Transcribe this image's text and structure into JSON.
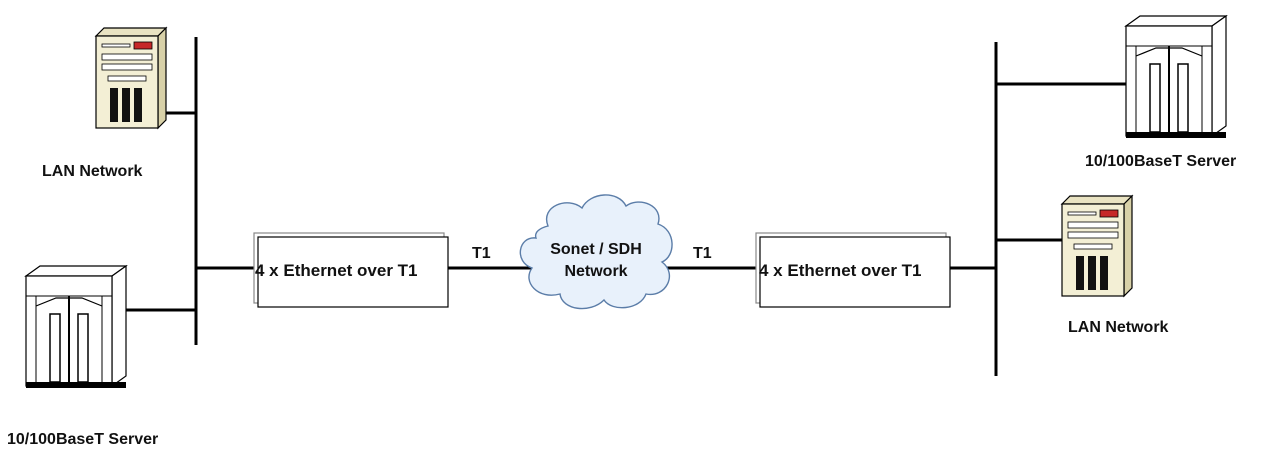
{
  "nodes": {
    "left_lan_label": "LAN Network",
    "left_server_label": "10/100BaseT Server",
    "left_device_label": "4 x Ethernet over T1",
    "left_link_label": "T1",
    "cloud_line1": "Sonet / SDH",
    "cloud_line2": "Network",
    "right_link_label": "T1",
    "right_device_label": "4 x Ethernet over T1",
    "right_server_label": "10/100BaseT Server",
    "right_lan_label": "LAN Network"
  },
  "colors": {
    "line": "#000000",
    "cloud_fill": "#e8f1fb",
    "cloud_stroke": "#5b7da8",
    "tower_fill": "#f3efd5",
    "server_fill": "#ffffff"
  }
}
